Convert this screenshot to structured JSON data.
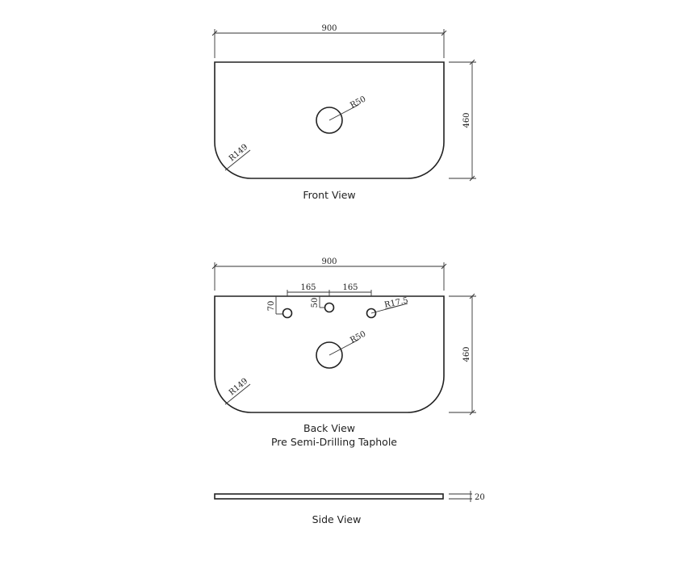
{
  "front_view": {
    "caption": "Front View",
    "width_label": "900",
    "height_label": "460",
    "hole_radius_label": "R50",
    "corner_radius_label": "R149"
  },
  "back_view": {
    "caption_line1": "Back View",
    "caption_line2": "Pre Semi-Drilling Taphole",
    "width_label": "900",
    "height_label": "460",
    "spacing_left_label": "165",
    "spacing_right_label": "165",
    "side_hole_offset_label": "70",
    "center_hole_offset_label": "50",
    "taphole_radius_label": "R17.5",
    "hole_radius_label": "R50",
    "corner_radius_label": "R149"
  },
  "side_view": {
    "caption": "Side View",
    "thickness_label": "20"
  }
}
